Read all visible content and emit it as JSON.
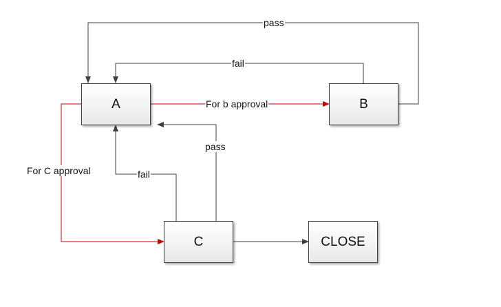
{
  "nodes": {
    "a": "A",
    "b": "B",
    "c": "C",
    "close": "CLOSE"
  },
  "edges": {
    "b_to_a_pass": "pass",
    "b_to_a_fail": "fail",
    "a_to_b": "For b approval",
    "a_to_c": "For C approval",
    "c_to_a_fail": "fail",
    "c_to_a_pass": "pass"
  },
  "colors": {
    "approval_edge": "#cc0000",
    "return_edge": "#3f3f3f"
  }
}
